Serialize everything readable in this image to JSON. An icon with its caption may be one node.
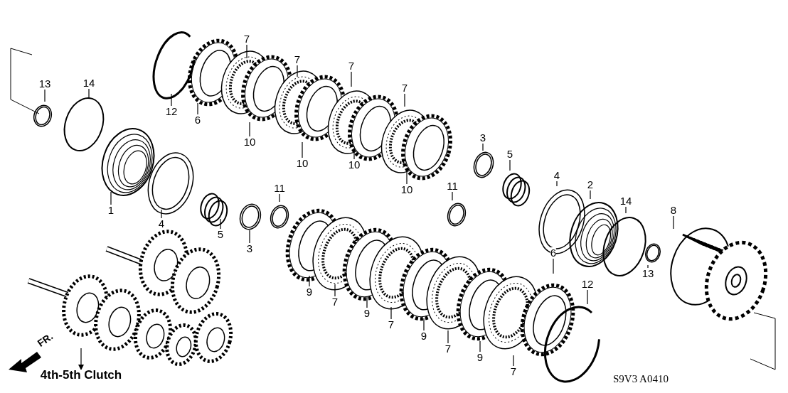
{
  "diagram": {
    "nodes": [
      {
        "text": [
          "13"
        ]
      },
      {
        "text": [
          "14"
        ]
      },
      {
        "text": [
          "7"
        ]
      },
      {
        "text": [
          "7"
        ]
      },
      {
        "text": [
          "7"
        ]
      },
      {
        "text": [
          "7"
        ]
      },
      {
        "text": [
          "12"
        ]
      },
      {
        "text": [
          "6"
        ]
      },
      {
        "text": [
          "10"
        ]
      },
      {
        "text": [
          "10"
        ]
      },
      {
        "text": [
          "10"
        ]
      },
      {
        "text": [
          "10"
        ]
      },
      {
        "text": [
          "3"
        ]
      },
      {
        "text": [
          "5"
        ]
      },
      {
        "text": [
          "4"
        ]
      },
      {
        "text": [
          "2"
        ]
      },
      {
        "text": [
          "14"
        ]
      },
      {
        "text": [
          "11"
        ]
      },
      {
        "text": [
          "11"
        ]
      },
      {
        "text": [
          "1"
        ]
      },
      {
        "text": [
          "4"
        ]
      },
      {
        "text": [
          "8"
        ]
      },
      {
        "text": [
          "5"
        ]
      },
      {
        "text": [
          "3"
        ]
      },
      {
        "text": [
          "6"
        ]
      },
      {
        "text": [
          "13"
        ]
      },
      {
        "text": [
          "12"
        ]
      },
      {
        "text": [
          "9"
        ]
      },
      {
        "text": [
          "7"
        ]
      },
      {
        "text": [
          "9"
        ]
      },
      {
        "text": [
          "7"
        ]
      },
      {
        "text": [
          "9"
        ]
      },
      {
        "text": [
          "7"
        ]
      },
      {
        "text": [
          "9"
        ]
      },
      {
        "text": [
          "7"
        ]
      },
      {
        "text": [
          "4th-5th Clutch"
        ]
      }
    ],
    "edges": [
      {
        "from": 0,
        "to": null,
        "arrow": "none"
      },
      {
        "from": 1,
        "to": null,
        "arrow": "none"
      },
      {
        "from": 2,
        "to": null,
        "arrow": "none"
      },
      {
        "from": 3,
        "to": null,
        "arrow": "none"
      },
      {
        "from": 4,
        "to": null,
        "arrow": "none"
      },
      {
        "from": 5,
        "to": null,
        "arrow": "none"
      },
      {
        "from": 6,
        "to": null,
        "arrow": "none"
      },
      {
        "from": 7,
        "to": null,
        "arrow": "none"
      },
      {
        "from": 8,
        "to": null,
        "arrow": "none"
      },
      {
        "from": 9,
        "to": null,
        "arrow": "none"
      },
      {
        "from": 10,
        "to": null,
        "arrow": "none"
      },
      {
        "from": 11,
        "to": null,
        "arrow": "none"
      },
      {
        "from": 12,
        "to": null,
        "arrow": "none"
      },
      {
        "from": 13,
        "to": null,
        "arrow": "none"
      },
      {
        "from": 14,
        "to": null,
        "arrow": "none"
      },
      {
        "from": 15,
        "to": null,
        "arrow": "none"
      },
      {
        "from": 16,
        "to": null,
        "arrow": "none"
      },
      {
        "from": 17,
        "to": null,
        "arrow": "none"
      },
      {
        "from": 18,
        "to": null,
        "arrow": "none"
      },
      {
        "from": 19,
        "to": null,
        "arrow": "none"
      },
      {
        "from": 20,
        "to": null,
        "arrow": "none"
      },
      {
        "from": 21,
        "to": null,
        "arrow": "none"
      },
      {
        "from": 22,
        "to": null,
        "arrow": "none"
      },
      {
        "from": 23,
        "to": null,
        "arrow": "none"
      },
      {
        "from": 24,
        "to": null,
        "arrow": "none"
      },
      {
        "from": 25,
        "to": null,
        "arrow": "none"
      },
      {
        "from": 26,
        "to": null,
        "arrow": "none"
      },
      {
        "from": 27,
        "to": null,
        "arrow": "none"
      },
      {
        "from": 28,
        "to": null,
        "arrow": "none"
      },
      {
        "from": 29,
        "to": null,
        "arrow": "none"
      },
      {
        "from": 30,
        "to": null,
        "arrow": "none"
      },
      {
        "from": 31,
        "to": null,
        "arrow": "none"
      },
      {
        "from": 32,
        "to": null,
        "arrow": "none"
      },
      {
        "from": 33,
        "to": null,
        "arrow": "none"
      },
      {
        "from": 34,
        "to": null,
        "arrow": "none"
      },
      {
        "from": null,
        "to": 35,
        "arrow": "to"
      }
    ],
    "labels": [
      "FR.",
      "S9V3 A0410"
    ]
  }
}
